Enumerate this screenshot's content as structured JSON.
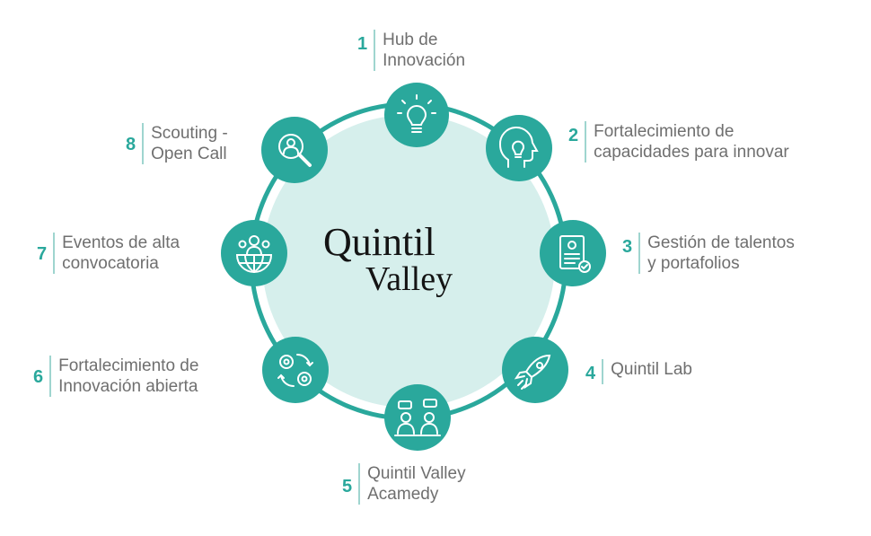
{
  "brand": {
    "line1": "Quintil",
    "line2": "Valley"
  },
  "colors": {
    "accent": "#2aa89c",
    "ring": "#2aa89c",
    "inner_fill": "#d6efec",
    "divider": "#9fd5cf",
    "text": "#6f6f6f"
  },
  "items": [
    {
      "number": "1",
      "label": "Hub de\nInnovación",
      "icon": "lightbulb-icon"
    },
    {
      "number": "2",
      "label": "Fortalecimiento de\ncapacidades para innovar",
      "icon": "head-lightbulb-icon"
    },
    {
      "number": "3",
      "label": "Gestión de talentos\ny portafolios",
      "icon": "resume-check-icon"
    },
    {
      "number": "4",
      "label": "Quintil Lab",
      "icon": "rocket-icon"
    },
    {
      "number": "5",
      "label": "Quintil Valley\nAcamedy",
      "icon": "people-chat-icon"
    },
    {
      "number": "6",
      "label": "Fortalecimiento de\nInnovación abierta",
      "icon": "gears-cycle-icon"
    },
    {
      "number": "7",
      "label": "Eventos de alta\nconvocatoria",
      "icon": "globe-people-icon"
    },
    {
      "number": "8",
      "label": "Scouting -\nOpen Call",
      "icon": "magnifier-person-icon"
    }
  ]
}
